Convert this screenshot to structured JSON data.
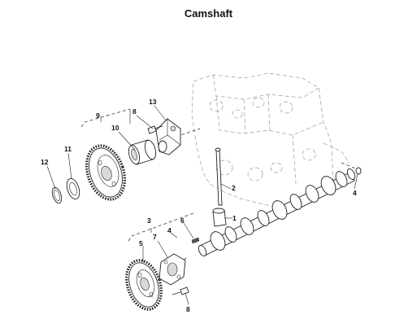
{
  "title": "Camshaft",
  "callouts": {
    "c1": "1",
    "c2": "2",
    "c3": "3",
    "c4a": "4",
    "c4b": "4",
    "c5": "5",
    "c6": "6",
    "c7": "7",
    "c8a": "8",
    "c8b": "8",
    "c9": "9",
    "c10": "10",
    "c11": "11",
    "c12": "12",
    "c13": "13"
  }
}
